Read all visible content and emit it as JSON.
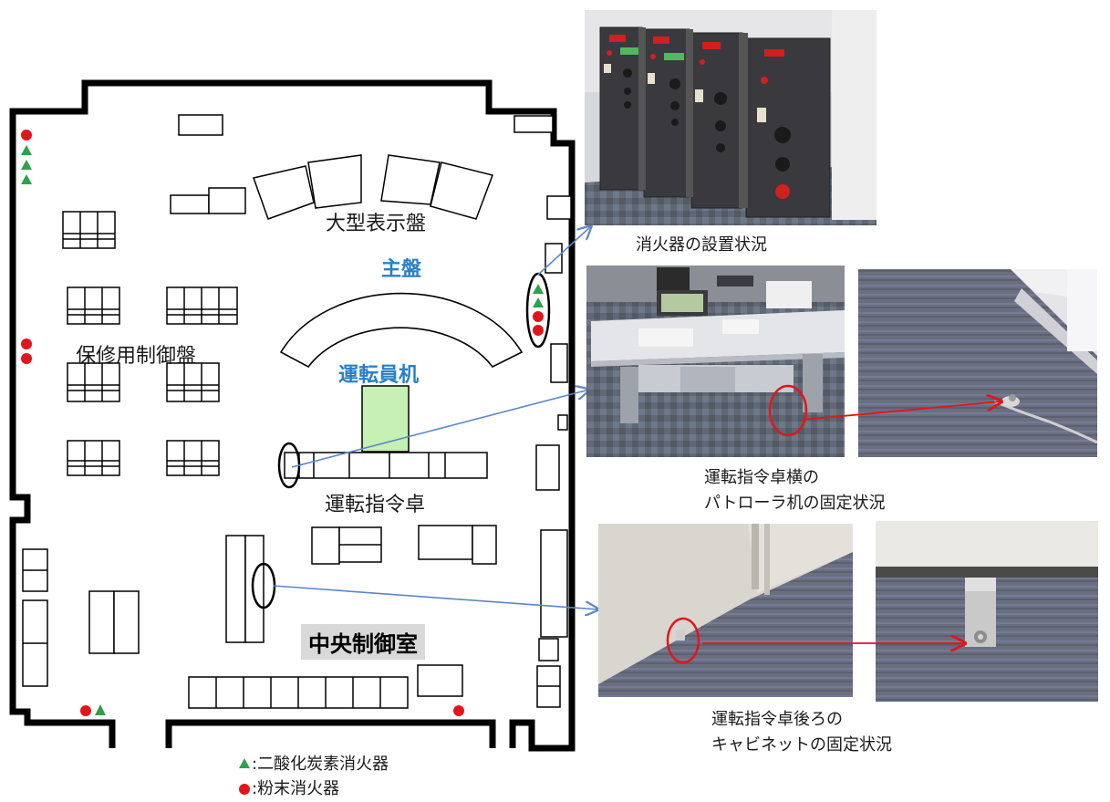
{
  "floor_plan": {
    "room_name": "中央制御室",
    "large_display_label": "大型表示盤",
    "main_panel_label": "主盤",
    "operator_console_label": "運転員机",
    "maintenance_panel_label": "保修用制御盤",
    "dispatch_desk_label": "運転指令卓"
  },
  "photos": {
    "extinguishers": {
      "caption": "消火器の設置状況"
    },
    "desk_side": {
      "caption_line1": "運転指令卓横の",
      "caption_line2": "パトローラ机の固定状況"
    },
    "desk_back": {
      "caption_line1": "運転指令卓後ろの",
      "caption_line2": "キャビネットの固定状況"
    }
  },
  "legend": {
    "co2_label": ":二酸化炭素消火器",
    "powder_label": ":粉末消火器"
  },
  "colors": {
    "co2_marker": "#2ca24a",
    "powder_marker": "#e0161c",
    "blue_label": "#2a7fc4",
    "console_fill": "#c6f0b4"
  },
  "icons": {
    "co2": "triangle-icon",
    "powder": "circle-icon"
  }
}
